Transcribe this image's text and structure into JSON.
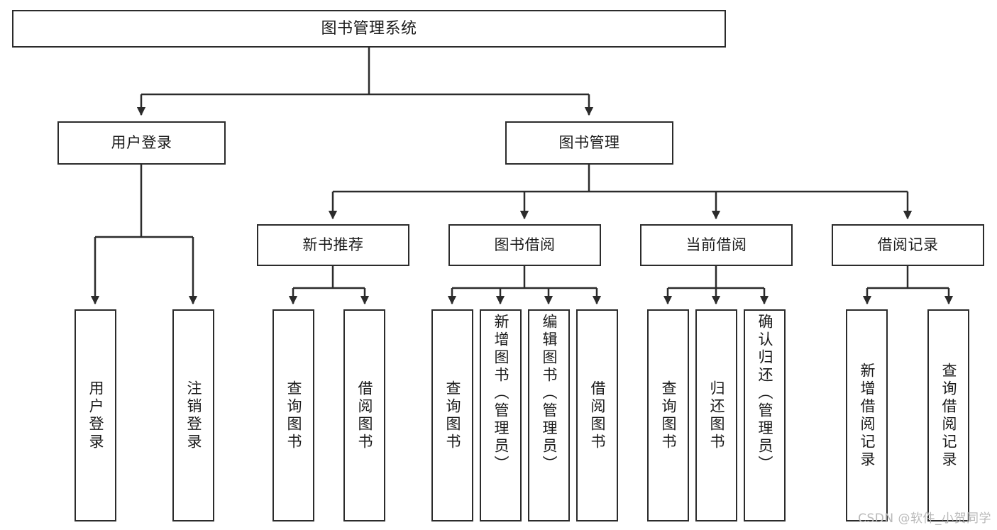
{
  "diagram": {
    "title": "图书管理系统",
    "type": "tree",
    "watermark": "CSDN @软件_小贺同学",
    "colors": {
      "stroke": "#2b2b2b",
      "fill": "#ffffff",
      "text": "#1a1a1a",
      "watermark": "#b9b9b9"
    },
    "nodes": {
      "root": {
        "label": "图书管理系统"
      },
      "level2": [
        {
          "label": "用户登录"
        },
        {
          "label": "图书管理"
        }
      ],
      "level3": [
        {
          "label": "新书推荐"
        },
        {
          "label": "图书借阅"
        },
        {
          "label": "当前借阅"
        },
        {
          "label": "借阅记录"
        }
      ],
      "leaves": {
        "user_login": [
          {
            "label": "用户登录"
          },
          {
            "label": "注销登录"
          }
        ],
        "new_book": [
          {
            "label": "查询图书"
          },
          {
            "label": "借阅图书"
          }
        ],
        "book_borrow": [
          {
            "label": "查询图书"
          },
          {
            "label": "新增图书（管理员）"
          },
          {
            "label": "编辑图书（管理员）"
          },
          {
            "label": "借阅图书"
          }
        ],
        "current_borrow": [
          {
            "label": "查询图书"
          },
          {
            "label": "归还图书"
          },
          {
            "label": "确认归还（管理员）"
          }
        ],
        "borrow_record": [
          {
            "label": "新增借阅记录"
          },
          {
            "label": "查询借阅记录"
          }
        ]
      }
    }
  }
}
